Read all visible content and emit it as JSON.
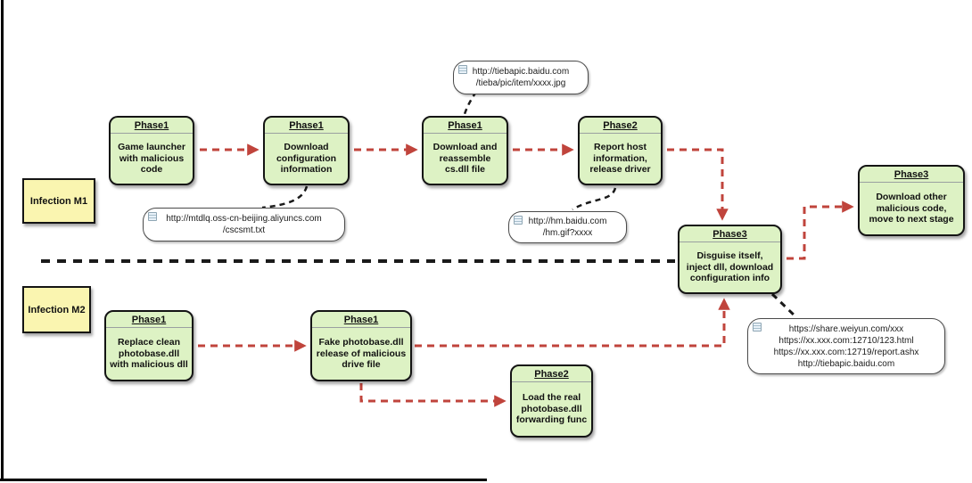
{
  "colors": {
    "node-fill": "#ddf2c4",
    "node-border": "#141414",
    "label-fill": "#faf5b0",
    "arrow-red": "#c0443c",
    "line-black": "#1a1a1a",
    "note-fill": "#ffffff",
    "note-border": "#4a4a4a"
  },
  "lanes": {
    "m1": {
      "label": "Infection M1"
    },
    "m2": {
      "label": "Infection M2"
    }
  },
  "nodes": {
    "game_launcher": {
      "header": "Phase1",
      "body": "Game launcher\nwith malicious\ncode"
    },
    "download_config": {
      "header": "Phase1",
      "body": "Download\nconfiguration\ninformation"
    },
    "reassemble": {
      "header": "Phase1",
      "body": "Download and\nreassemble\ncs.dll file"
    },
    "report_host": {
      "header": "Phase2",
      "body": "Report host\ninformation,\nrelease driver"
    },
    "download_other": {
      "header": "Phase3",
      "body": "Download other\nmalicious code,\nmove to next stage"
    },
    "disguise": {
      "header": "Phase3",
      "body": "Disguise itself,\ninject dll, download\nconfiguration info"
    },
    "replace_clean": {
      "header": "Phase1",
      "body": "Replace clean\nphotobase.dll\nwith malicious dll"
    },
    "fake_photobase": {
      "header": "Phase1",
      "body": "Fake photobase.dll\nrelease of malicious\ndrive file"
    },
    "load_real": {
      "header": "Phase2",
      "body": "Load the real\nphotobase.dll\nforwarding func"
    }
  },
  "notes": {
    "tiebapic_jpg": {
      "text": "http://tiebapic.baidu.com\n/tieba/pic/item/xxxx.jpg"
    },
    "mtdlq": {
      "text": "http://mtdlq.oss-cn-beijing.aliyuncs.com\n/cscsmt.txt"
    },
    "hm_baidu": {
      "text": "http://hm.baidu.com\n/hm.gif?xxxx"
    },
    "weiyun": {
      "text": "https://share.weiyun.com/xxx\nhttps://xx.xxx.com:12710/123.html\nhttps://xx.xxx.com:12719/report.ashx\nhttp://tiebapic.baidu.com"
    }
  }
}
